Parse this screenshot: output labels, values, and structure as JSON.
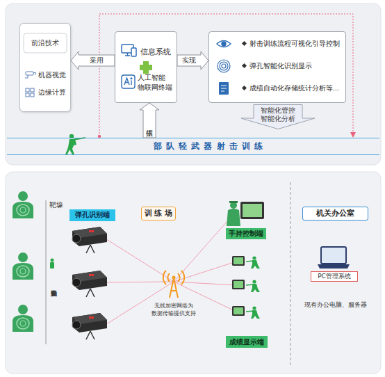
{
  "diagram": {
    "nodes": [
      {
        "text": [
          "前沿技术",
          "机器视觉",
          "边缘计算"
        ]
      },
      {
        "text": [
          "信息系统",
          "人工智能 物联网终端"
        ]
      },
      {
        "text": [
          "射击训练流程可视化引导控制",
          "弹孔智能化识别显示",
          "成绩自动化存储统计分析等..."
        ]
      },
      {
        "text": [
          "智能化管控 智能化分析"
        ]
      },
      {
        "text": [
          "部 队 轻 武 器 射 击 训 练"
        ]
      },
      {
        "text": [
          "弹孔识别端"
        ]
      },
      {
        "text": [
          "训 练 场"
        ]
      },
      {
        "text": [
          "手持控制端"
        ]
      },
      {
        "text": [
          "成绩显示端"
        ]
      },
      {
        "text": [
          "机关办公室"
        ]
      },
      {
        "text": [
          "PC管理系统"
        ]
      }
    ],
    "edges": [
      {
        "from": 1,
        "to": 0,
        "arrow": "to",
        "label": "采用"
      },
      {
        "from": 1,
        "to": 2,
        "arrow": "to",
        "label": "实现"
      },
      {
        "from": 4,
        "to": 1,
        "arrow": "to",
        "label": "依据"
      }
    ],
    "labels": [
      "靶壕",
      "靶壕勤务人员",
      "无线加密网络为 数据传输提供支持",
      "现有办公电脑、服务器"
    ]
  }
}
